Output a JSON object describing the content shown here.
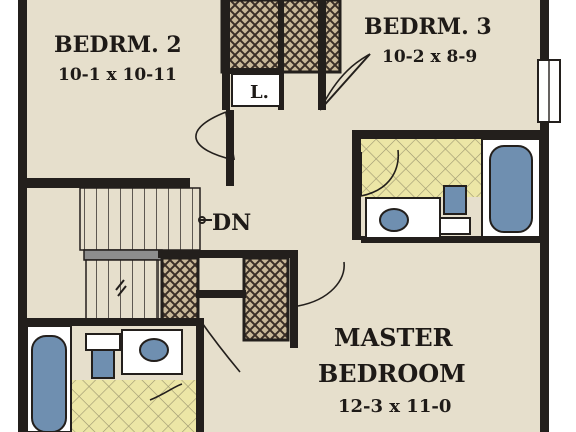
{
  "rooms": {
    "bedroom2": {
      "name": "BEDRM. 2",
      "dims": "10-1 x 10-11"
    },
    "bedroom3": {
      "name": "BEDRM. 3",
      "dims": "10-2 x 8-9"
    },
    "master": {
      "name_line1": "MASTER",
      "name_line2": "BEDROOM",
      "dims": "12-3 x 11-0"
    }
  },
  "labels": {
    "linen": "L.",
    "stairs_down": "DN"
  },
  "colors": {
    "floor": "#e6dfcc",
    "wall": "#231f1c",
    "tile": "#ece6a6",
    "tub": "#6f8fb0",
    "closet": "#5a4a3e"
  }
}
